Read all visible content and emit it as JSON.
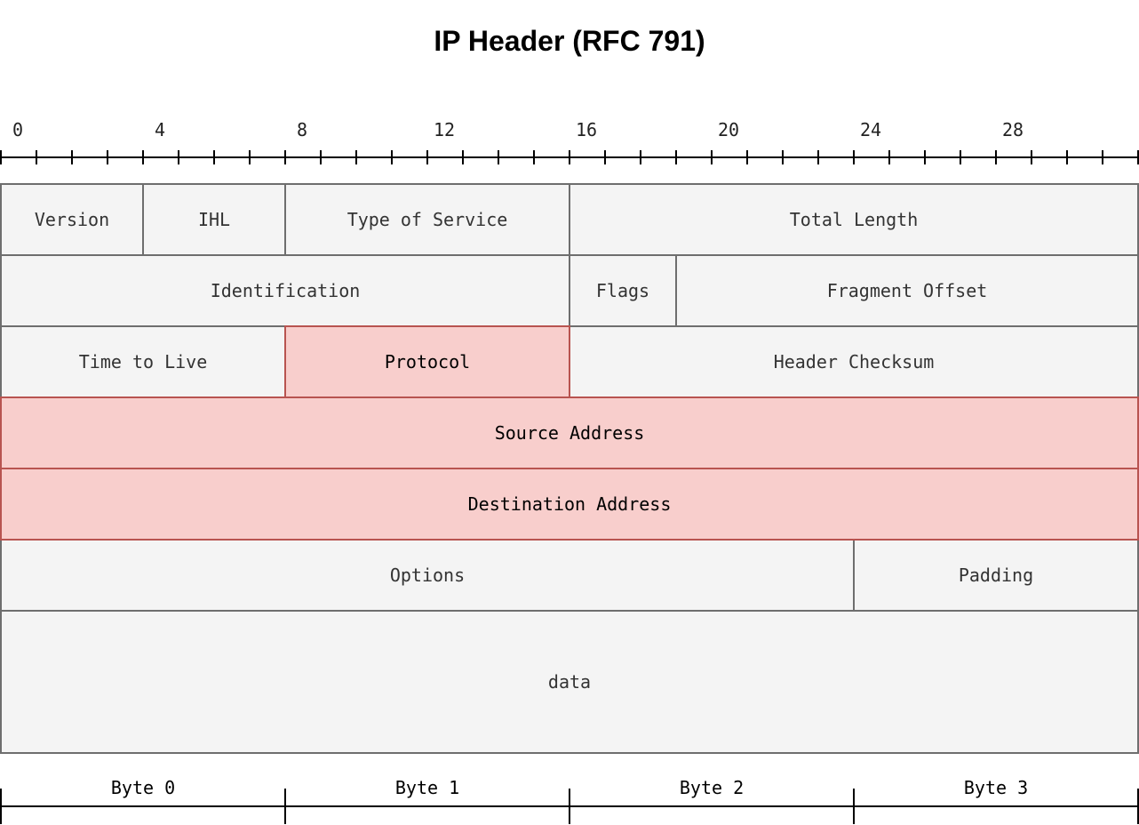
{
  "title": "IP Header (RFC 791)",
  "bit_ruler": {
    "total_bits": 32,
    "labels": [
      "0",
      "4",
      "8",
      "12",
      "16",
      "20",
      "24",
      "28"
    ],
    "label_bits": [
      0,
      4,
      8,
      12,
      16,
      20,
      24,
      28
    ]
  },
  "rows": [
    {
      "name": "row-1",
      "fields": [
        {
          "key": "version",
          "label": "Version",
          "bits": 4,
          "highlight": false
        },
        {
          "key": "ihl",
          "label": "IHL",
          "bits": 4,
          "highlight": false
        },
        {
          "key": "type-of-service",
          "label": "Type of Service",
          "bits": 8,
          "highlight": false
        },
        {
          "key": "total-length",
          "label": "Total Length",
          "bits": 16,
          "highlight": false
        }
      ]
    },
    {
      "name": "row-2",
      "fields": [
        {
          "key": "identification",
          "label": "Identification",
          "bits": 16,
          "highlight": false
        },
        {
          "key": "flags",
          "label": "Flags",
          "bits": 3,
          "highlight": false
        },
        {
          "key": "fragment-offset",
          "label": "Fragment Offset",
          "bits": 13,
          "highlight": false
        }
      ]
    },
    {
      "name": "row-3",
      "fields": [
        {
          "key": "time-to-live",
          "label": "Time to Live",
          "bits": 8,
          "highlight": false
        },
        {
          "key": "protocol",
          "label": "Protocol",
          "bits": 8,
          "highlight": true
        },
        {
          "key": "header-checksum",
          "label": "Header Checksum",
          "bits": 16,
          "highlight": false
        }
      ]
    },
    {
      "name": "row-4",
      "fields": [
        {
          "key": "source-address",
          "label": "Source Address",
          "bits": 32,
          "highlight": true
        }
      ]
    },
    {
      "name": "row-5",
      "fields": [
        {
          "key": "destination-address",
          "label": "Destination Address",
          "bits": 32,
          "highlight": true
        }
      ]
    },
    {
      "name": "row-6",
      "fields": [
        {
          "key": "options",
          "label": "Options",
          "bits": 24,
          "highlight": false
        },
        {
          "key": "padding",
          "label": "Padding",
          "bits": 8,
          "highlight": false
        }
      ]
    },
    {
      "name": "row-7",
      "tall": true,
      "fields": [
        {
          "key": "data",
          "label": "data",
          "bits": 32,
          "highlight": false
        }
      ]
    }
  ],
  "byte_ruler": {
    "labels": [
      "Byte 0",
      "Byte 1",
      "Byte 2",
      "Byte 3"
    ]
  },
  "colors": {
    "field_fill": "#f4f4f4",
    "field_border": "#6e6e6e",
    "highlight_fill": "#f8cecc",
    "highlight_border": "#b85450"
  }
}
